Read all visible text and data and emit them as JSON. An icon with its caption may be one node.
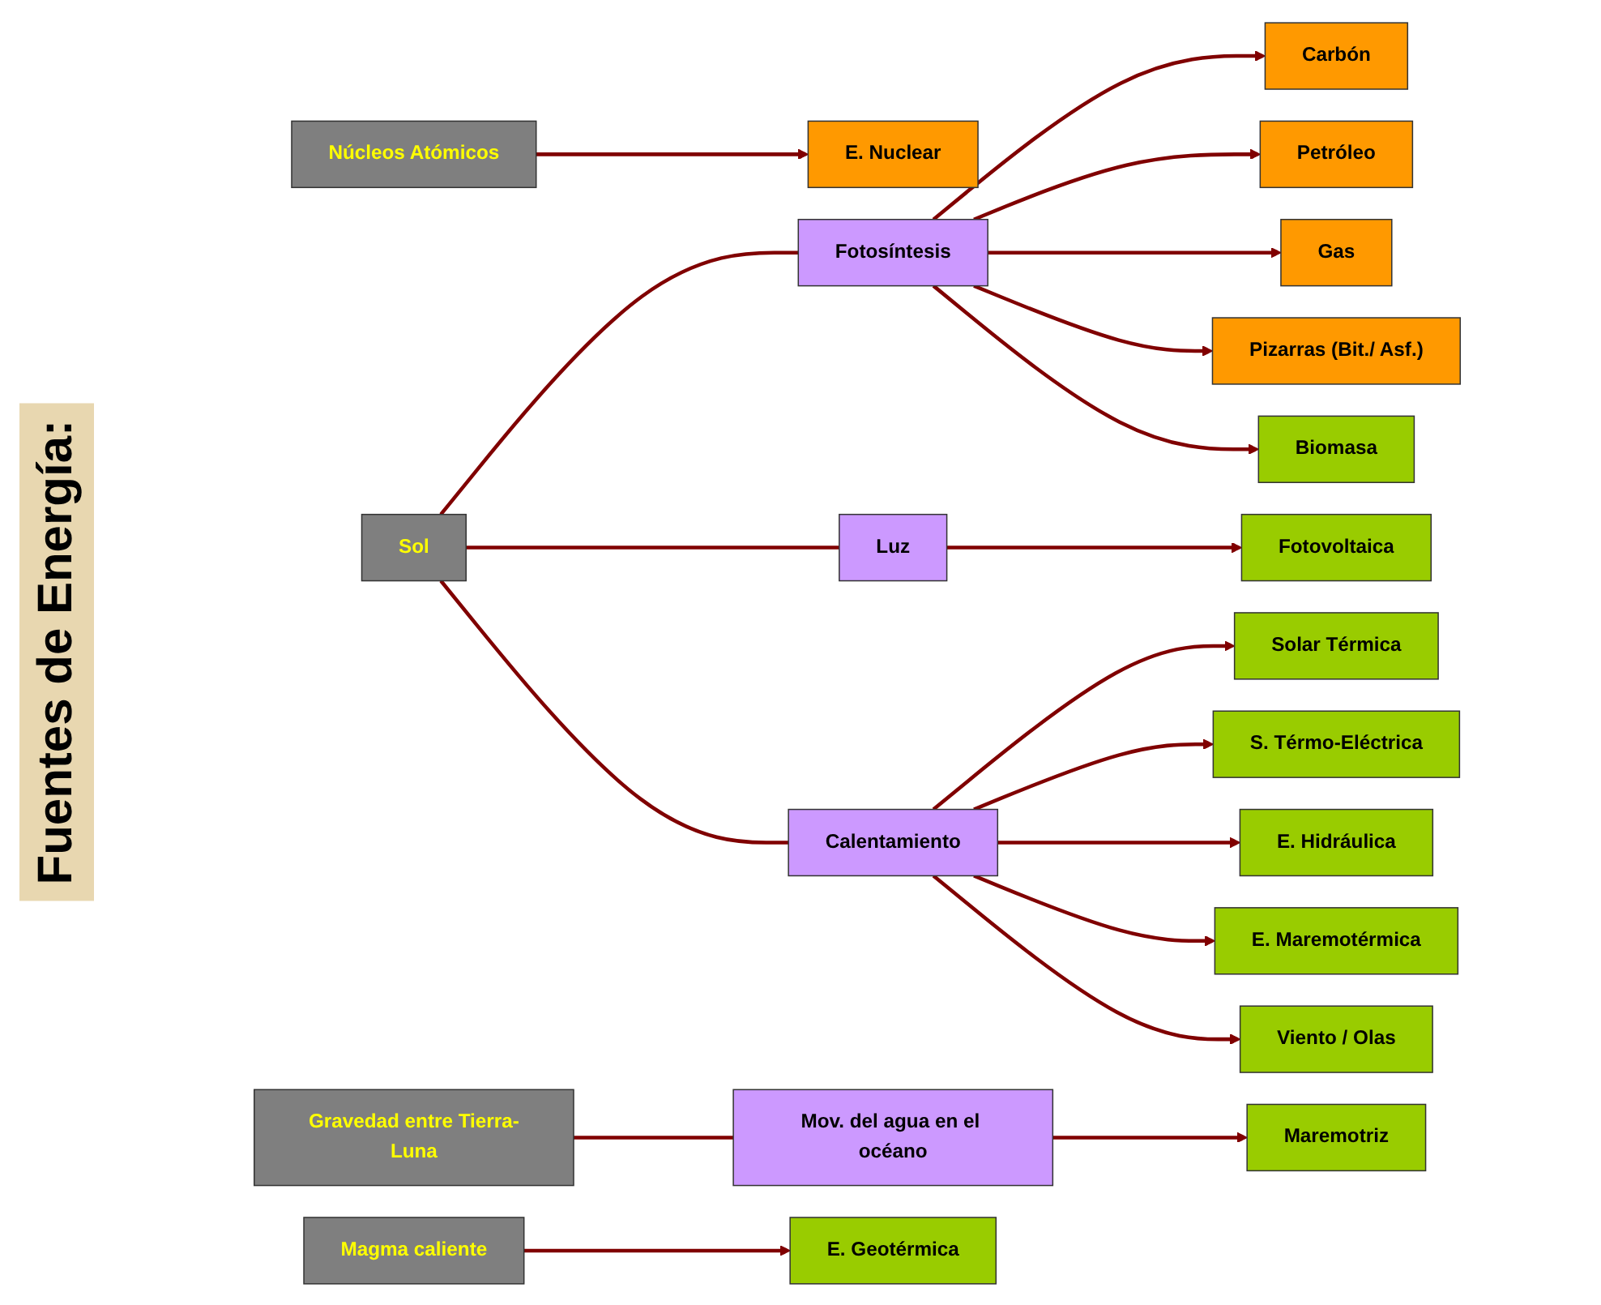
{
  "diagram": {
    "title": "Fuentes de Energía:",
    "nodes": [
      {
        "text": [
          "Núcleos Atómicos"
        ]
      },
      {
        "text": [
          "E. Nuclear"
        ]
      },
      {
        "text": [
          "Sol"
        ]
      },
      {
        "text": [
          "Fotosíntesis"
        ]
      },
      {
        "text": [
          "Luz"
        ]
      },
      {
        "text": [
          "Calentamiento"
        ]
      },
      {
        "text": [
          "Carbón"
        ]
      },
      {
        "text": [
          "Petróleo"
        ]
      },
      {
        "text": [
          "Gas"
        ]
      },
      {
        "text": [
          "Pizarras (Bit./ Asf.)"
        ]
      },
      {
        "text": [
          "Biomasa"
        ]
      },
      {
        "text": [
          "Fotovoltaica"
        ]
      },
      {
        "text": [
          "Solar Térmica"
        ]
      },
      {
        "text": [
          "S. Térmo-Eléctrica"
        ]
      },
      {
        "text": [
          "E. Hidráulica"
        ]
      },
      {
        "text": [
          "E. Maremotérmica"
        ]
      },
      {
        "text": [
          "Viento / Olas"
        ]
      },
      {
        "text": [
          "Gravedad entre Tierra-Luna"
        ]
      },
      {
        "text": [
          "Mov. del agua en el océano"
        ]
      },
      {
        "text": [
          "Maremotriz"
        ]
      },
      {
        "text": [
          "Magma caliente"
        ]
      },
      {
        "text": [
          "E. Geotérmica"
        ]
      }
    ],
    "edges": [
      {
        "from": 0,
        "to": 1,
        "arrow": "to"
      },
      {
        "from": 2,
        "to": 3,
        "arrow": "none"
      },
      {
        "from": 2,
        "to": 4,
        "arrow": "none"
      },
      {
        "from": 2,
        "to": 5,
        "arrow": "none"
      },
      {
        "from": 3,
        "to": 6,
        "arrow": "to"
      },
      {
        "from": 3,
        "to": 7,
        "arrow": "to"
      },
      {
        "from": 3,
        "to": 8,
        "arrow": "to"
      },
      {
        "from": 3,
        "to": 9,
        "arrow": "to"
      },
      {
        "from": 3,
        "to": 10,
        "arrow": "to"
      },
      {
        "from": 4,
        "to": 11,
        "arrow": "to"
      },
      {
        "from": 5,
        "to": 12,
        "arrow": "to"
      },
      {
        "from": 5,
        "to": 13,
        "arrow": "to"
      },
      {
        "from": 5,
        "to": 14,
        "arrow": "to"
      },
      {
        "from": 5,
        "to": 15,
        "arrow": "to"
      },
      {
        "from": 5,
        "to": 16,
        "arrow": "to"
      },
      {
        "from": 17,
        "to": 18,
        "arrow": "none"
      },
      {
        "from": 18,
        "to": 19,
        "arrow": "to"
      },
      {
        "from": 20,
        "to": 21,
        "arrow": "to"
      }
    ]
  }
}
